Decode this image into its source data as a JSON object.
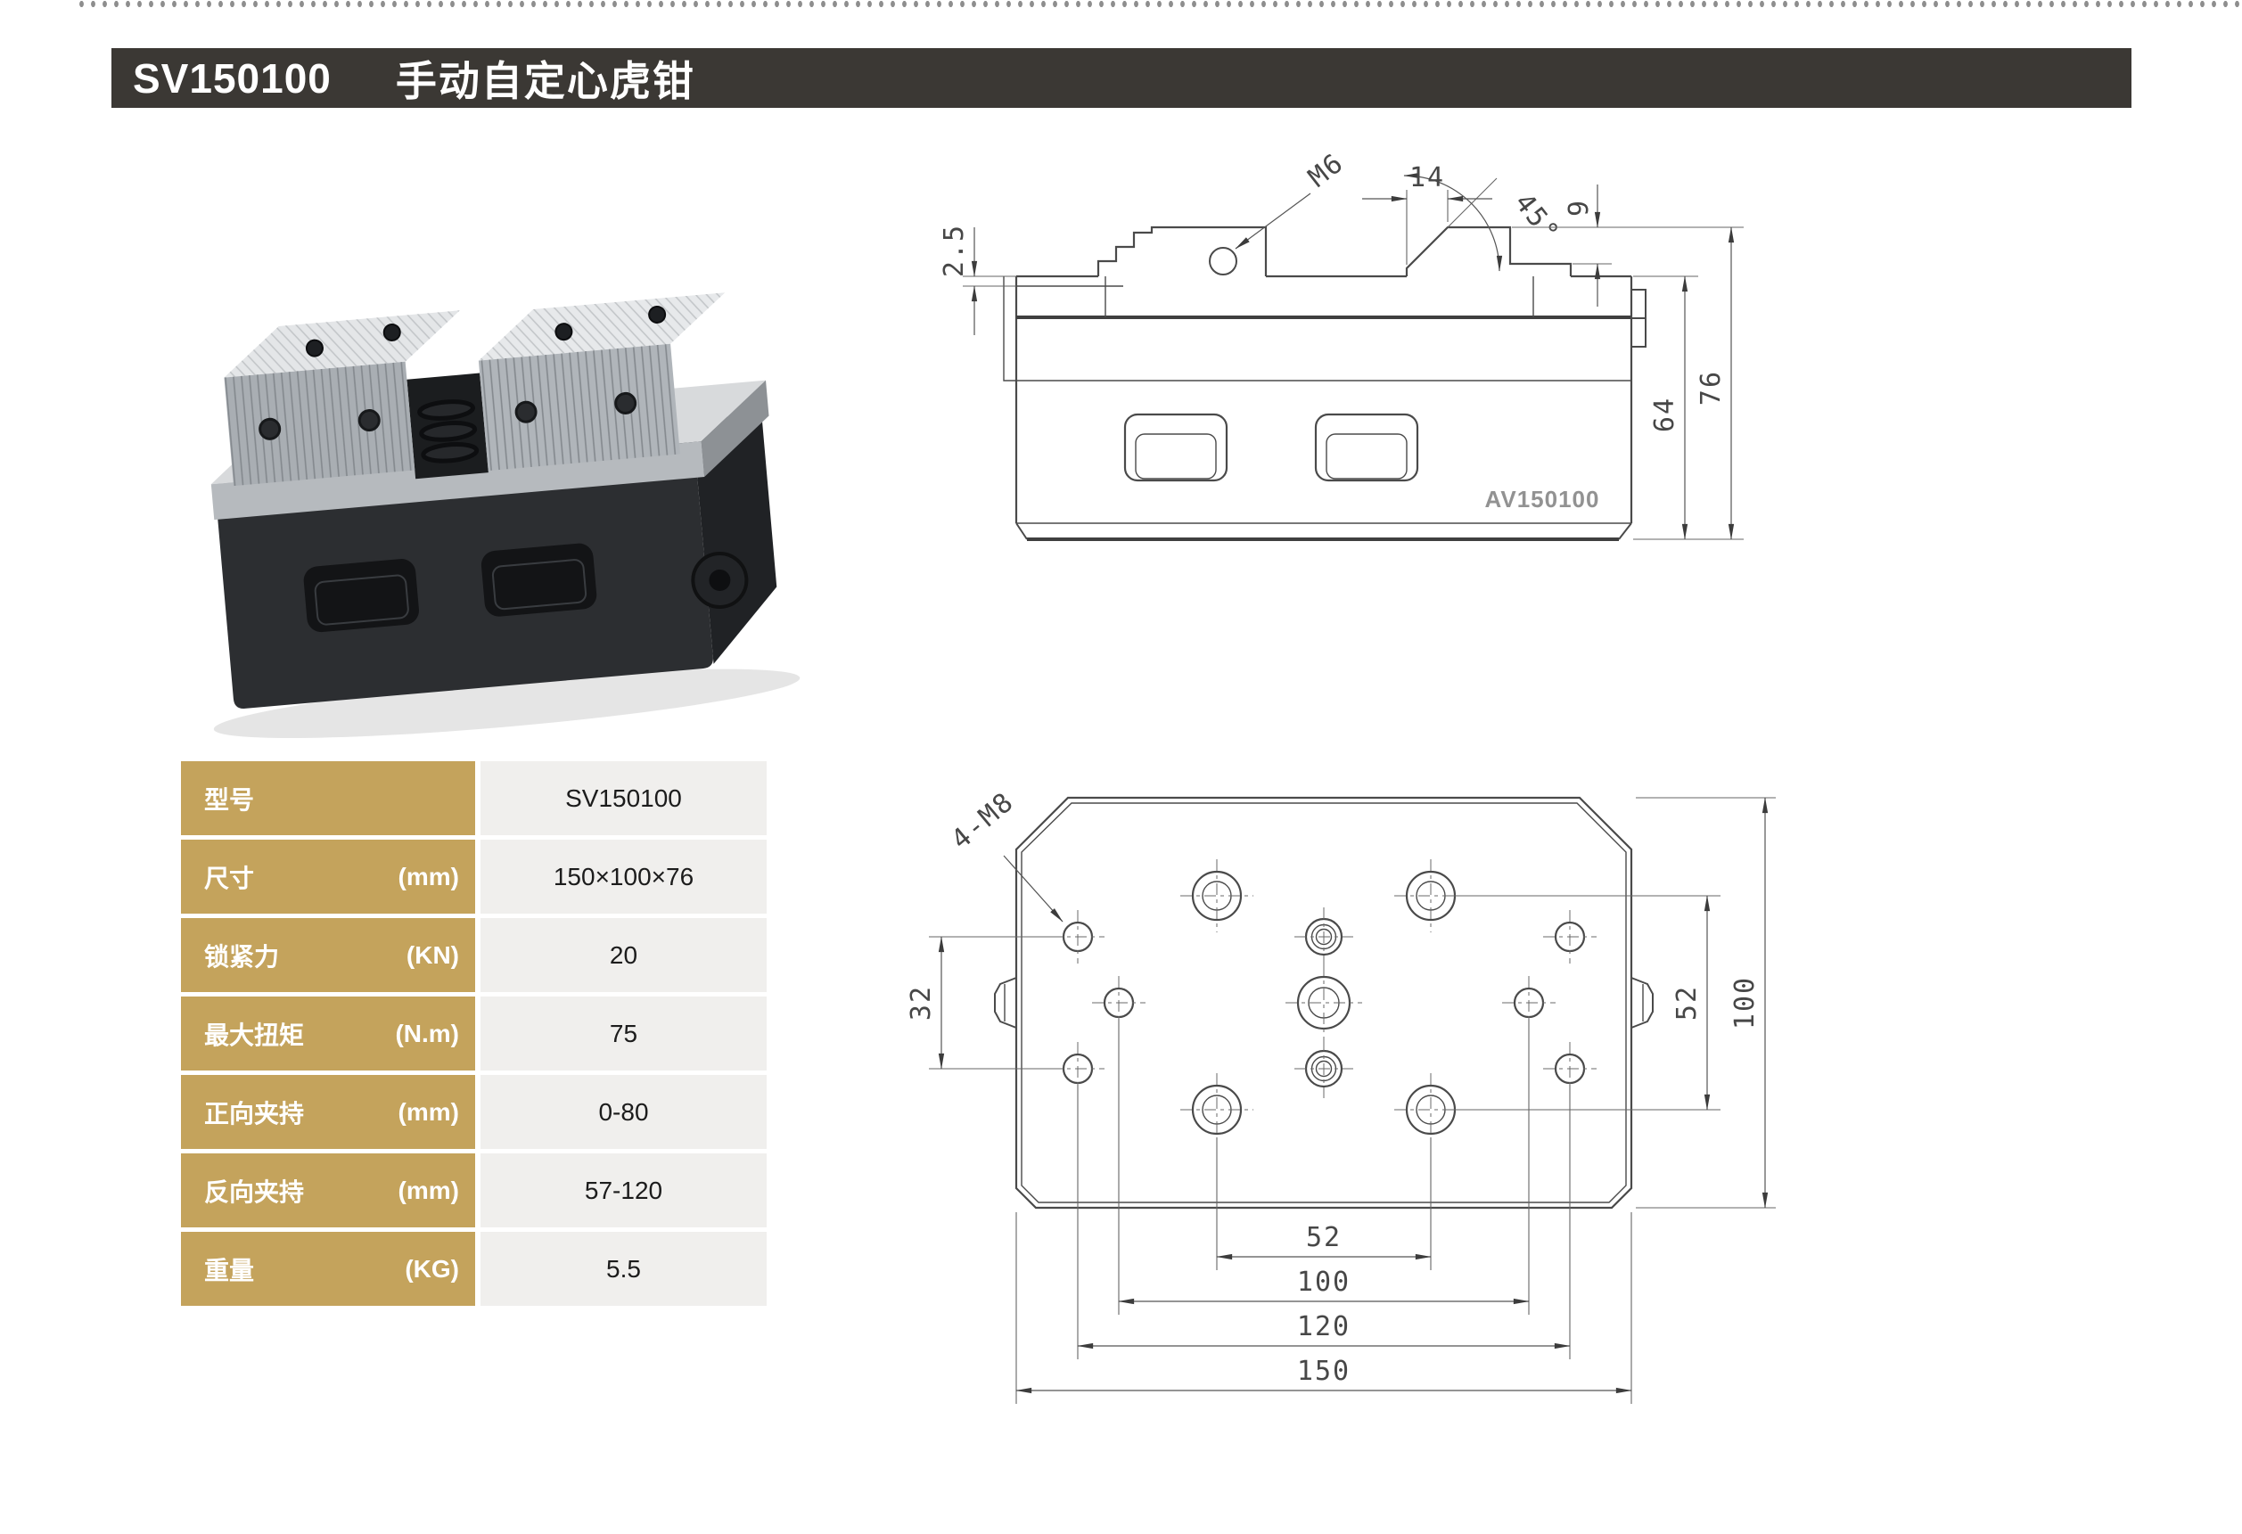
{
  "header": {
    "model": "SV150100",
    "product_name": "手动自定心虎钳"
  },
  "colors": {
    "header_bg": "#3b3834",
    "table_label_bg": "#c4a35c",
    "table_value_bg": "#f0efed",
    "drawing_line": "#4a4a4a"
  },
  "table": {
    "rows": [
      {
        "label": "型号",
        "unit": "",
        "value": "SV150100"
      },
      {
        "label": "尺寸",
        "unit": "(mm)",
        "value": "150×100×76"
      },
      {
        "label": "锁紧力",
        "unit": "(KN)",
        "value": "20"
      },
      {
        "label": "最大扭矩",
        "unit": "(N.m)",
        "value": "75"
      },
      {
        "label": "正向夹持",
        "unit": "(mm)",
        "value": "0-80"
      },
      {
        "label": "反向夹持",
        "unit": "(mm)",
        "value": "57-120"
      },
      {
        "label": "重量",
        "unit": "(KG)",
        "value": "5.5"
      }
    ]
  },
  "front_view": {
    "dims": {
      "c2_5": "2.5",
      "c14": "14",
      "c45": "45°",
      "c9": "9",
      "c64": "64",
      "c76": "76"
    },
    "labels": {
      "m6": "M6",
      "engraving": "AV150100"
    }
  },
  "top_view": {
    "dims": {
      "c32": "32",
      "c52_right": "52",
      "c100_right": "100",
      "c52_bottom": "52",
      "c100_bottom": "100",
      "c120": "120",
      "c150": "150"
    },
    "labels": {
      "m8_holes": "4-M8"
    }
  }
}
